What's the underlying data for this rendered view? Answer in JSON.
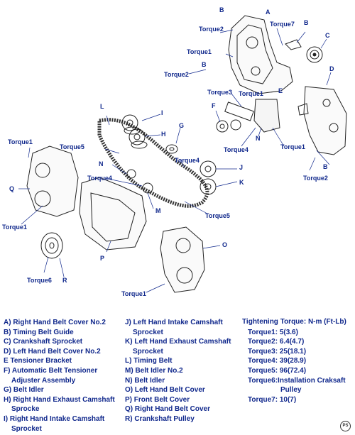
{
  "diagram": {
    "labels": {
      "a1": "A",
      "b1": "B",
      "b2": "B",
      "c": "C",
      "d": "D",
      "e": "E",
      "f": "F",
      "g": "G",
      "h": "H",
      "i": "I",
      "j": "J",
      "k": "K",
      "l": "L",
      "m": "M",
      "n1": "N",
      "n2": "N",
      "o": "O",
      "p": "P",
      "q": "Q",
      "r": "R",
      "t2a": "Torque2",
      "t7": "Torque7",
      "t1a": "Torque1",
      "t2b": "Torque2",
      "t1b": "Torque1",
      "t3": "Torque3",
      "t4a": "Torque4",
      "t1c": "Torque1",
      "t2c": "Torque2",
      "t1d": "Torque1",
      "t5a": "Torque5",
      "t4b": "Torque4",
      "t4c": "Torque4",
      "t5b": "Torque5",
      "t1e": "Torque1",
      "t6": "Torque6",
      "t1f": "Torque1"
    }
  },
  "legend": {
    "col1": [
      "A) Right Hand Belt Cover No.2",
      "B) Timing Belt Guide",
      "C) Crankshaft Sprocket",
      "D) Left Hand Belt Cover No.2",
      "E Tensioner Bracket",
      "F) Automatic Belt Tensioner",
      "Adjuster  Assembly",
      "G) Belt Idler",
      "H) Right Hand Exhaust Camshaft",
      "Sprocke",
      "I) Right Hand Intake Camshaft",
      "Sprocket"
    ],
    "col2": [
      "J) Left Hand Intake Camshaft",
      "Sprocket",
      "K) Left Hand Exhaust Camshaft",
      "Sprocket",
      "L) Timing Belt",
      "M) Belt Idler No.2",
      "N) Belt Idler",
      "O) Left Hand Belt Cover",
      "P) Front Belt Cover",
      "Q) Right Hand Belt Cover",
      "R) Crankshaft Pulley"
    ]
  },
  "torque": {
    "title": "Tightening Torque: N-m (Ft-Lb)",
    "items": [
      "Torque1: 5(3.6)",
      "Torque2: 6.4(4.7)",
      "Torque3: 25(18.1)",
      "Torque4: 39(28.9)",
      "Torque5: 96(72.4)",
      "Torque6:Installation Craksaft",
      "Pulley",
      "Torque7: 10(7)"
    ]
  },
  "badge": "PS"
}
